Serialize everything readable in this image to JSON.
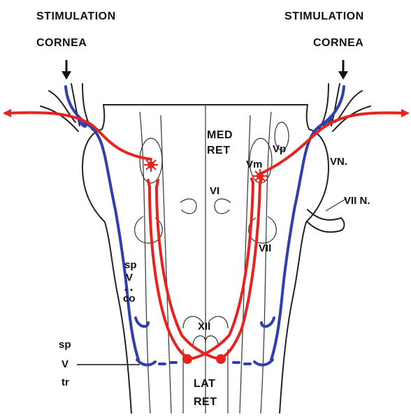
{
  "labels": {
    "stim_left_1": "STIMULATION",
    "stim_left_2": "CORNEA",
    "stim_right_1": "STIMULATION",
    "stim_right_2": "CORNEA",
    "med_ret_1": "MED",
    "med_ret_2": "RET",
    "vp": "Vp",
    "vm": "Vm",
    "vn": "VN.",
    "vi": "VI",
    "vii_n": "VII N.",
    "vii": "VII",
    "sp_v_co_1": "sp",
    "sp_v_co_2": "V",
    "sp_v_co_3": "co",
    "xii": "XII",
    "sp_v_tr_1": "sp",
    "sp_v_tr_2": "V",
    "sp_v_tr_3": "tr",
    "lat_ret_1": "LAT",
    "lat_ret_2": "RET"
  },
  "colors": {
    "sensory_pathway": "#2f3fb0",
    "motor_pathway": "#e8231f",
    "outline": "#222222"
  }
}
